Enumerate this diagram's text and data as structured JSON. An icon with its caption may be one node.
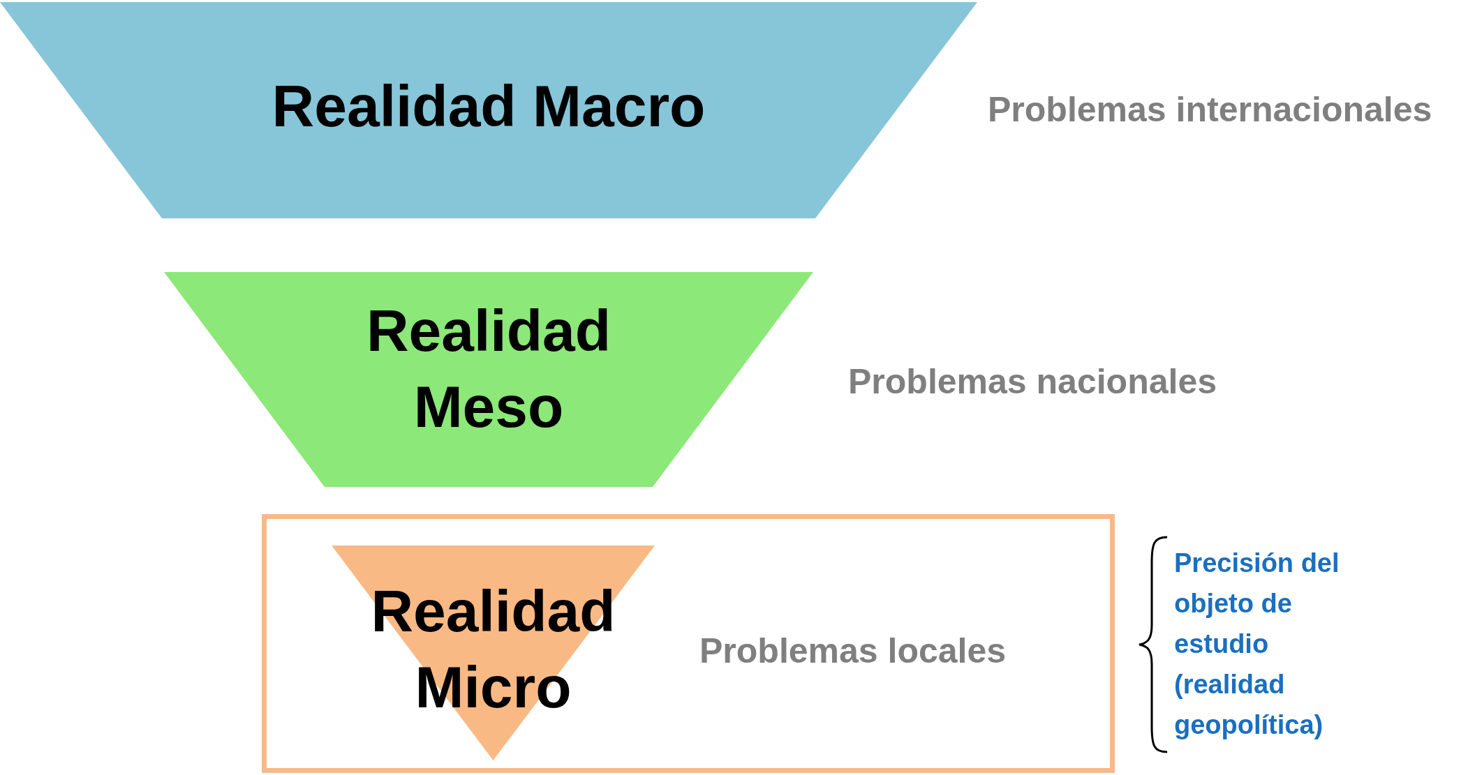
{
  "diagram": {
    "nodes": [
      {
        "text": [
          "Realidad Macro"
        ],
        "beside": [
          "Problemas internacionales"
        ]
      },
      {
        "text": [
          "Realidad Meso"
        ],
        "beside": [
          "Problemas nacionales"
        ]
      },
      {
        "text": [
          "Problemas locales"
        ]
      },
      {
        "text": [
          "Realidad Micro"
        ],
        "in": 2
      }
    ],
    "edges": [],
    "labels": [
      "Precisión del objeto de estudio (realidad geopolítica)"
    ]
  }
}
